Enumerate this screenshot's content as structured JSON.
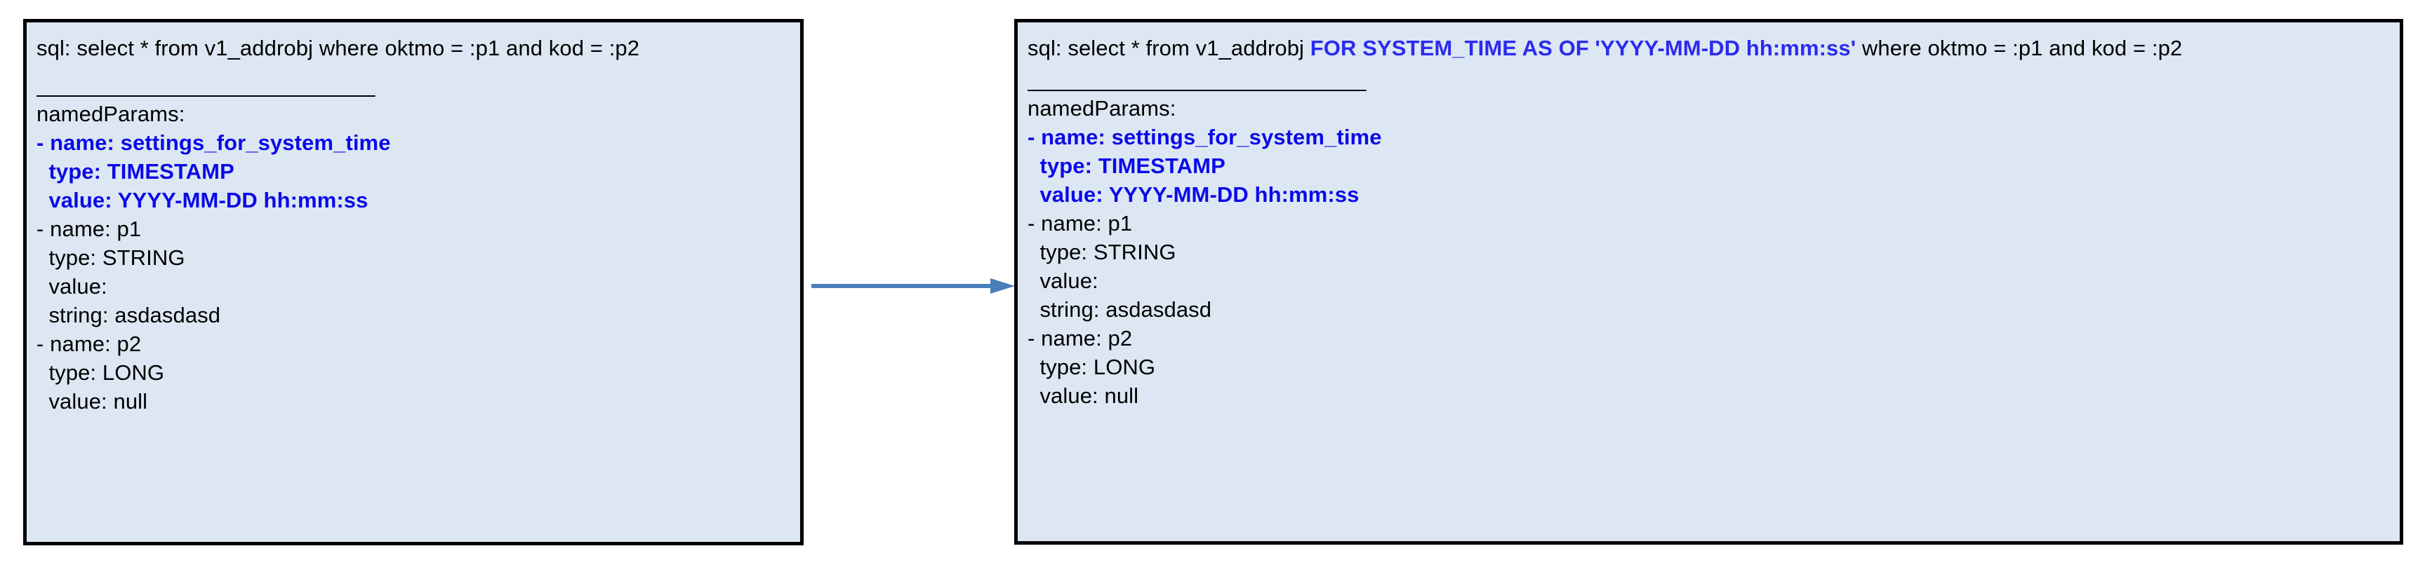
{
  "diagram": {
    "type": "two-node flow diagram",
    "accent_color": "#4a7ebb",
    "box_fill": "#dde7f3",
    "box_border": "#000000",
    "highlight_color": "#0a0ae8",
    "arrow": {
      "name": "transform-arrow",
      "direction": "left-to-right",
      "label": ""
    }
  },
  "left_box": {
    "sql_line": "sql: select * from v1_addrobj where oktmo = :p1 and kod = :p2",
    "separator": "______________________________",
    "named_params_header": "namedParams:",
    "params": [
      {
        "name_line": "- name: settings_for_system_time",
        "type_line": "  type: TIMESTAMP",
        "value_line": "  value: YYYY-MM-DD hh:mm:ss",
        "highlighted": true
      },
      {
        "name_line": "- name: p1",
        "type_line": "  type: STRING",
        "value_line": "  value:",
        "extra_line": "  string: asdasdasd",
        "highlighted": false
      },
      {
        "name_line": "- name: p2",
        "type_line": "  type: LONG",
        "value_line": "  value: null",
        "highlighted": false
      }
    ]
  },
  "right_box": {
    "sql_prefix": "sql: select * from v1_addrobj ",
    "sql_highlight": "FOR SYSTEM_TIME AS OF 'YYYY-MM-DD hh:mm:ss'",
    "sql_suffix": " where oktmo = :p1 and kod = :p2",
    "separator": "______________________________",
    "named_params_header": "namedParams:",
    "params": [
      {
        "name_line": "- name: settings_for_system_time",
        "type_line": "  type: TIMESTAMP",
        "value_line": "  value: YYYY-MM-DD hh:mm:ss",
        "highlighted": true
      },
      {
        "name_line": "- name: p1",
        "type_line": "  type: STRING",
        "value_line": "  value:",
        "extra_line": "  string: asdasdasd",
        "highlighted": false
      },
      {
        "name_line": "- name: p2",
        "type_line": "  type: LONG",
        "value_line": "  value: null",
        "highlighted": false
      }
    ]
  }
}
